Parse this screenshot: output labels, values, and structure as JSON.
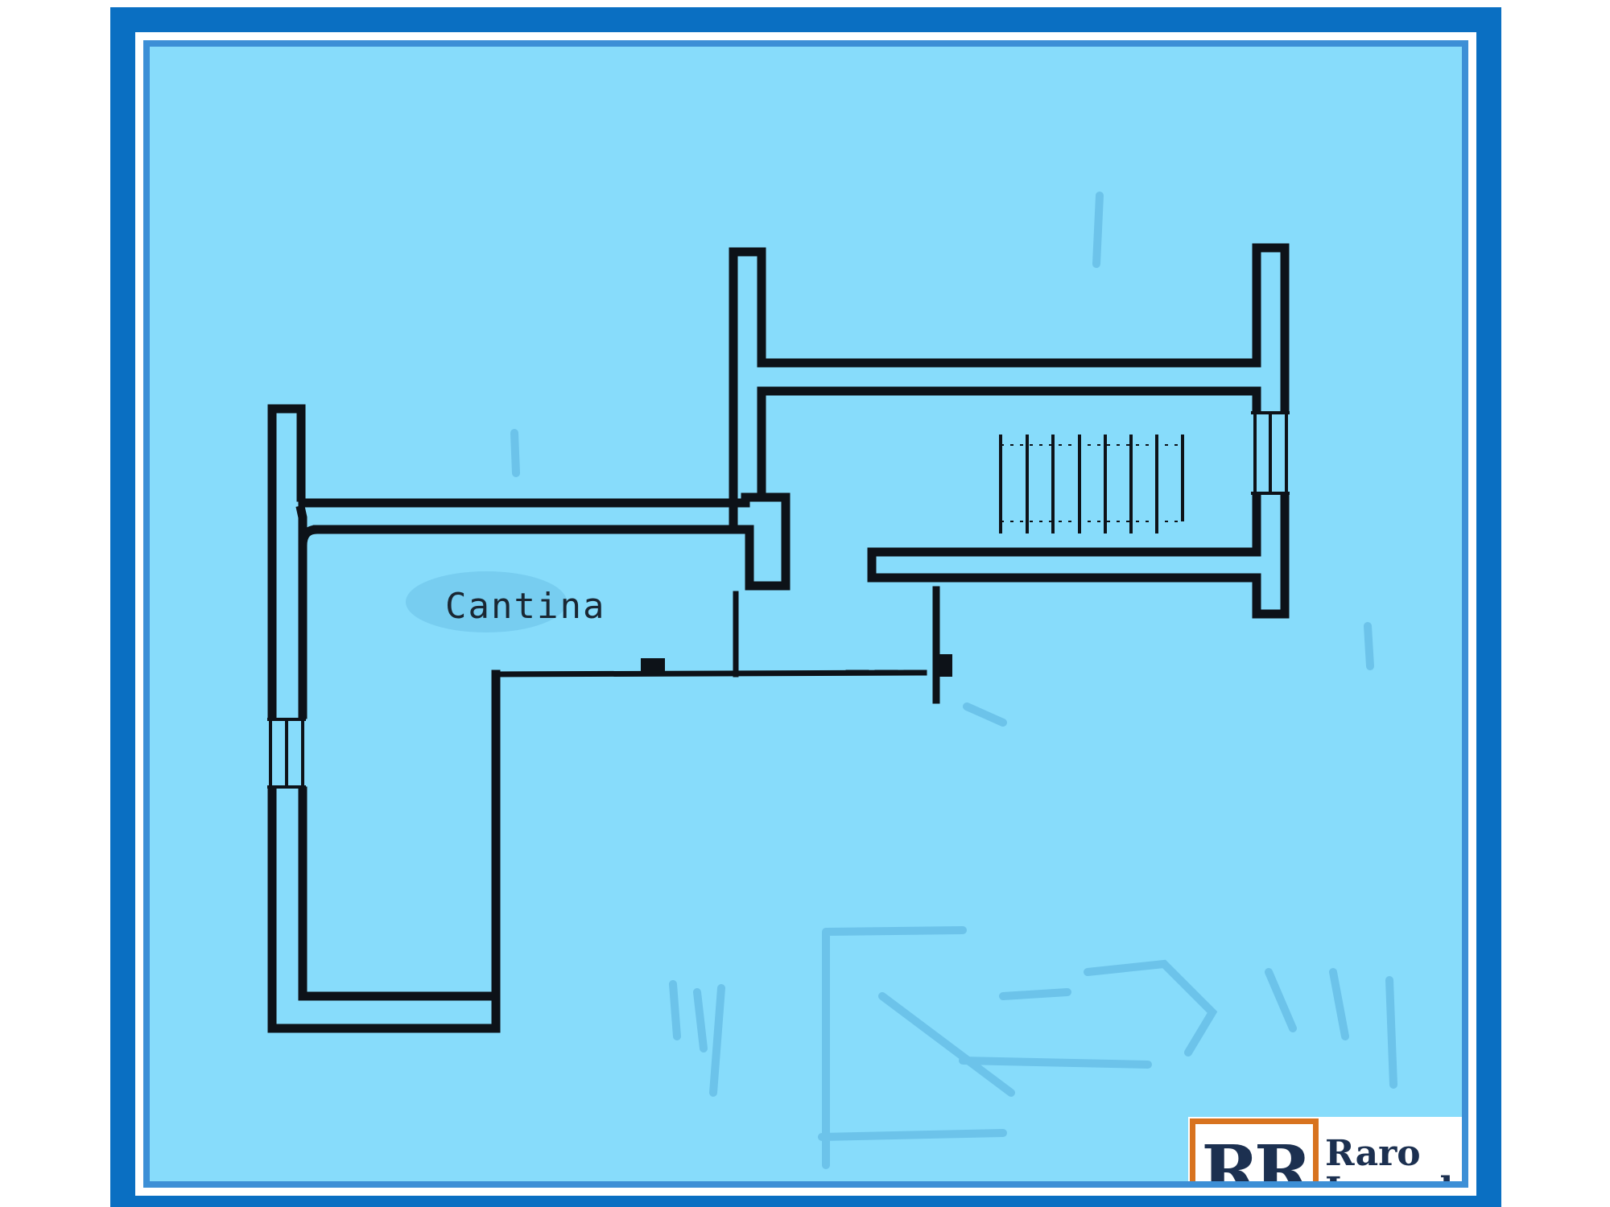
{
  "plan": {
    "room_label": "Cantina",
    "background_color": "#87dcfb",
    "frame_color": "#0a6fc2",
    "wall_color": "#0d1218",
    "ghost_color": "#6cc3ea"
  },
  "logo": {
    "mark": "RR",
    "line1": "Raro",
    "line2": "Immobiliare",
    "accent_color": "#d8731f",
    "text_color": "#1c3050"
  }
}
